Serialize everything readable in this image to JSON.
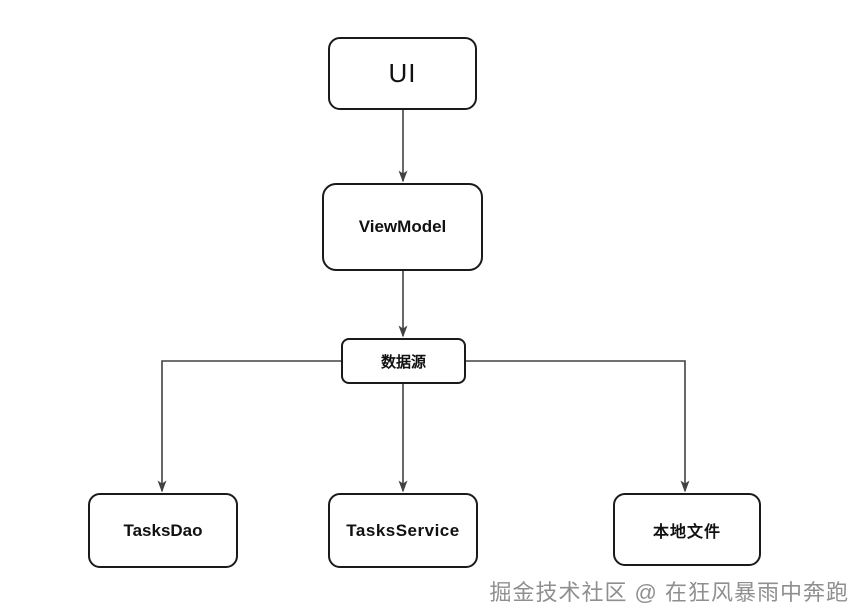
{
  "diagram": {
    "nodes": [
      {
        "id": "ui",
        "label": "UI"
      },
      {
        "id": "viewmodel",
        "label": "ViewModel"
      },
      {
        "id": "datasource",
        "label": "数据源"
      },
      {
        "id": "tasksdao",
        "label": "TasksDao"
      },
      {
        "id": "tasksservice",
        "label": "TasksService"
      },
      {
        "id": "localfile",
        "label": "本地文件"
      }
    ],
    "edges": [
      {
        "from": "ui",
        "to": "viewmodel",
        "direction": "down"
      },
      {
        "from": "viewmodel",
        "to": "datasource",
        "direction": "down"
      },
      {
        "from": "datasource",
        "to": "tasksdao",
        "direction": "left-down"
      },
      {
        "from": "datasource",
        "to": "tasksservice",
        "direction": "down"
      },
      {
        "from": "datasource",
        "to": "localfile",
        "direction": "right-down"
      }
    ]
  },
  "watermark": {
    "text": "掘金技术社区 @ 在狂风暴雨中奔跑"
  },
  "colors": {
    "background": "#ffffff",
    "node_border": "#1a1a1a",
    "node_fill": "#ffffff",
    "edge": "#424242",
    "watermark": "#8f8f8f"
  }
}
